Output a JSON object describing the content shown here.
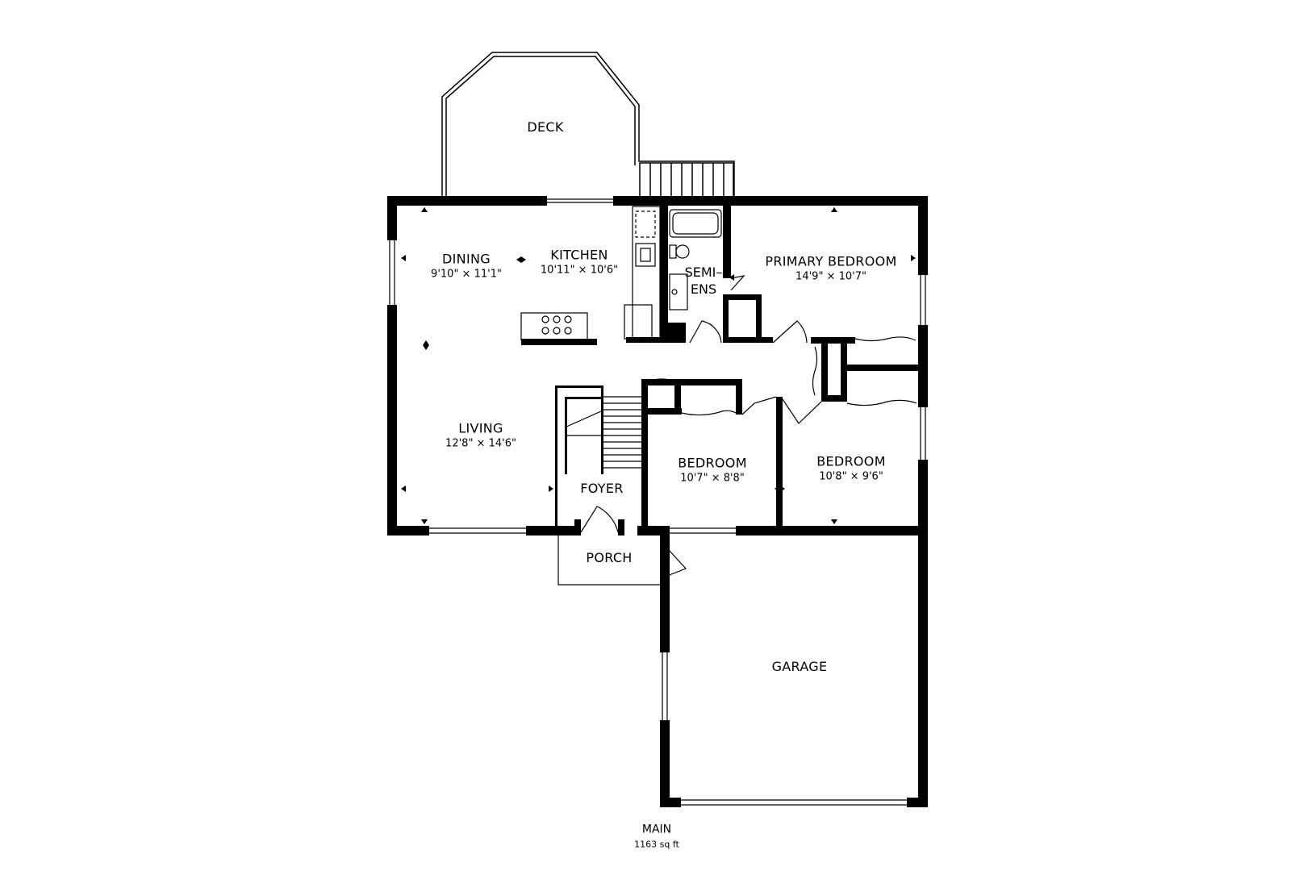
{
  "rooms": {
    "deck": {
      "name": "DECK"
    },
    "dining": {
      "name": "DINING",
      "dims": "9'10\" × 11'1\""
    },
    "kitchen": {
      "name": "KITCHEN",
      "dims": "10'11\" × 10'6\""
    },
    "semiens": {
      "line1": "SEMI–",
      "line2": "ENS"
    },
    "primary_bedroom": {
      "name": "PRIMARY BEDROOM",
      "dims": "14'9\" × 10'7\""
    },
    "living": {
      "name": "LIVING",
      "dims": "12'8\" × 14'6\""
    },
    "foyer": {
      "name": "FOYER"
    },
    "bedroom_2": {
      "name": "BEDROOM",
      "dims": "10'7\" × 8'8\""
    },
    "bedroom_3": {
      "name": "BEDROOM",
      "dims": "10'8\" × 9'6\""
    },
    "porch": {
      "name": "PORCH"
    },
    "garage": {
      "name": "GARAGE"
    }
  },
  "floor": {
    "name": "MAIN",
    "area": "1163 sq ft"
  }
}
